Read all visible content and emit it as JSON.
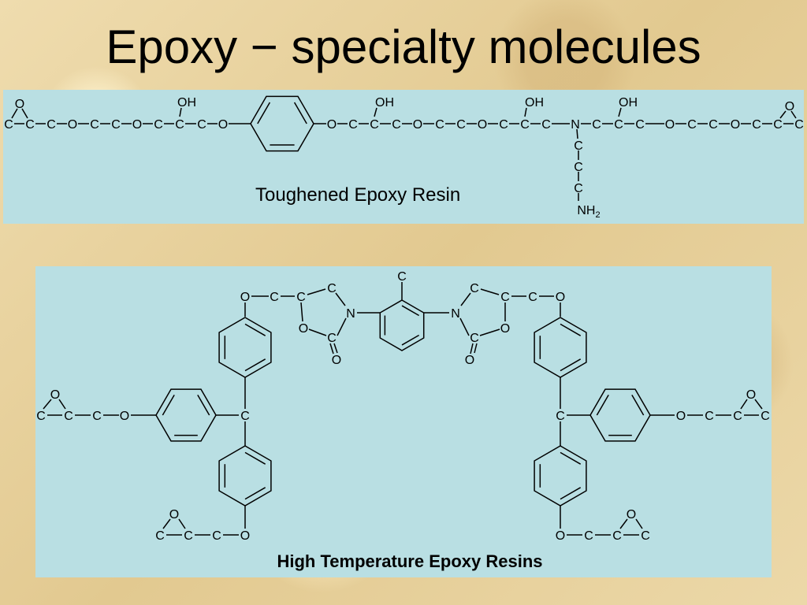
{
  "slide": {
    "title": "Epoxy − specialty molecules"
  },
  "toughened": {
    "caption": "Toughened Epoxy Resin",
    "labels": {
      "carbon": "C",
      "oxygen": "O",
      "hydroxyl": "OH",
      "nitrogen": "N",
      "amine": "NH",
      "amine_subscript": "2"
    }
  },
  "high_temp": {
    "caption": "High Temperature Epoxy Resins",
    "labels": {
      "carbon": "C",
      "oxygen": "O",
      "nitrogen": "N"
    }
  },
  "colors": {
    "panel_background": "#b9dfe3",
    "slide_background": "#e9d6a4"
  }
}
